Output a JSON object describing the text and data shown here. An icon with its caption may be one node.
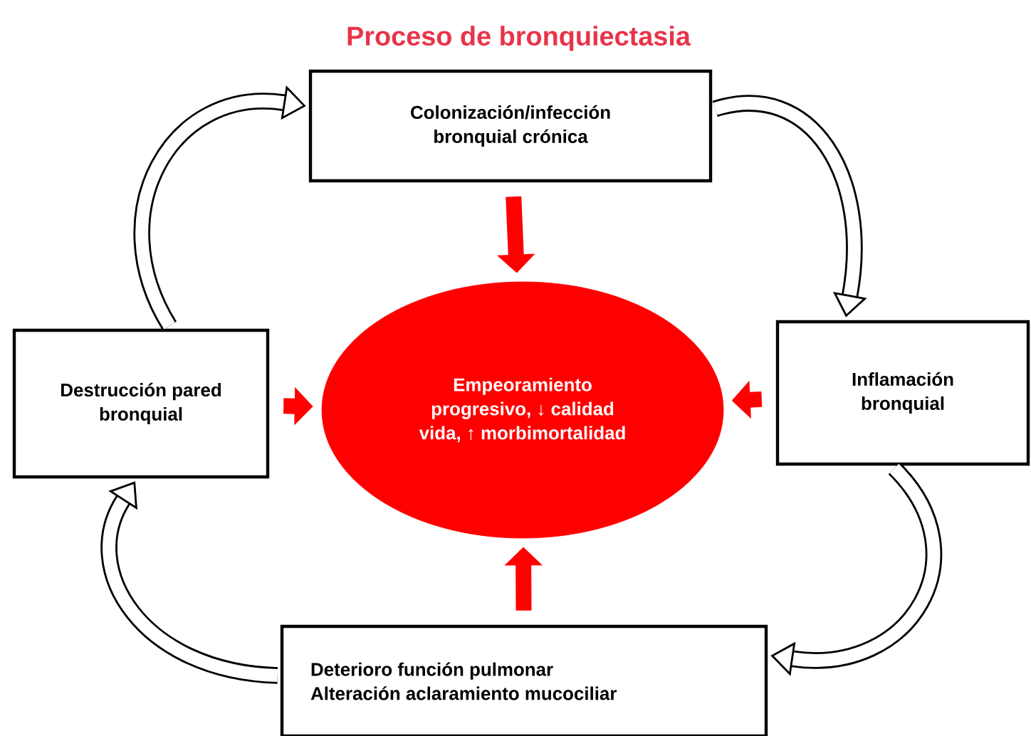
{
  "diagram": {
    "title": "Proceso de bronquiectasia",
    "nodes": [
      {
        "text": [
          "Colonización/infección bronquial crónica"
        ]
      },
      {
        "text": [
          "Inflamación bronquial"
        ]
      },
      {
        "text": [
          "Deterioro función pulmonar",
          "Alteración aclaramiento mucociliar"
        ]
      },
      {
        "text": [
          "Destrucción pared bronquial"
        ]
      },
      {
        "text": [
          "Empeoramiento progresivo, ↓ calidad vida, ↑ morbimortalidad"
        ]
      }
    ],
    "edges": [
      {
        "from": 0,
        "to": 1,
        "arrow": "to"
      },
      {
        "from": 1,
        "to": 2,
        "arrow": "to"
      },
      {
        "from": 2,
        "to": 3,
        "arrow": "to"
      },
      {
        "from": 3,
        "to": 0,
        "arrow": "to"
      },
      {
        "from": 0,
        "to": 4,
        "arrow": "to",
        "color": "#ff0000"
      },
      {
        "from": 1,
        "to": 4,
        "arrow": "to",
        "color": "#ff0000"
      },
      {
        "from": 2,
        "to": 4,
        "arrow": "to",
        "color": "#ff0000"
      },
      {
        "from": 3,
        "to": 4,
        "arrow": "to",
        "color": "#ff0000"
      }
    ]
  }
}
